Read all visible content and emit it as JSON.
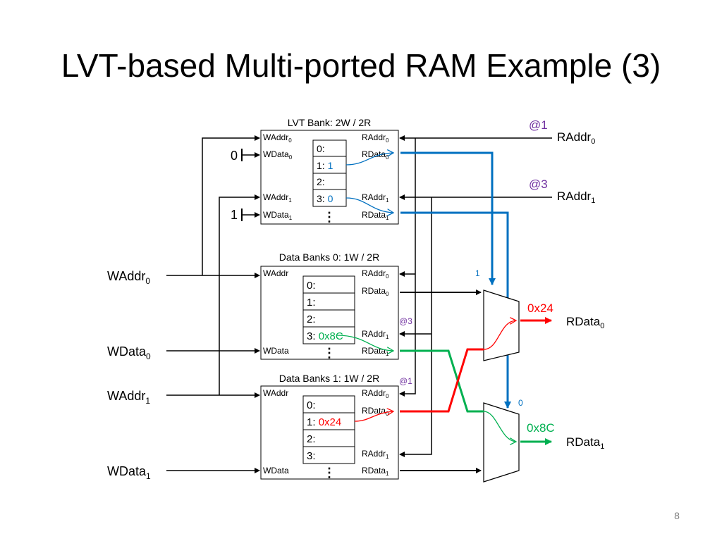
{
  "slide": {
    "title": "LVT-based Multi-ported RAM Example (3)",
    "page_number": "8"
  },
  "lvt_bank": {
    "label": "LVT Bank: 2W / 2R",
    "port_waddr0": "WAddr",
    "sub_waddr0": "0",
    "port_wdata0": "WData",
    "sub_wdata0": "0",
    "port_waddr1": "WAddr",
    "sub_waddr1": "1",
    "port_wdata1": "WData",
    "sub_wdata1": "1",
    "port_raddr0": "RAddr",
    "sub_raddr0": "0",
    "port_rdata0": "RData",
    "sub_rdata0": "0",
    "port_raddr1": "RAddr",
    "sub_raddr1": "1",
    "port_rdata1": "RData",
    "sub_rdata1": "1",
    "rows": [
      {
        "idx": "0:",
        "val": ""
      },
      {
        "idx": "1:",
        "val": "1"
      },
      {
        "idx": "2:",
        "val": ""
      },
      {
        "idx": "3:",
        "val": "0"
      }
    ],
    "ellipsis": "⋮",
    "const_wdata0": "0",
    "const_wdata1": "1"
  },
  "data_bank0": {
    "label": "Data Banks 0: 1W / 2R",
    "port_waddr": "WAddr",
    "port_wdata": "WData",
    "port_raddr0": "RAddr",
    "sub_raddr0": "0",
    "port_rdata0": "RData",
    "sub_rdata0": "0",
    "port_raddr1": "RAddr",
    "sub_raddr1": "1",
    "port_rdata1": "RData",
    "sub_rdata1": "1",
    "rows": [
      {
        "idx": "0:",
        "val": ""
      },
      {
        "idx": "1:",
        "val": ""
      },
      {
        "idx": "2:",
        "val": ""
      },
      {
        "idx": "3:",
        "val": "0x8C"
      }
    ],
    "ellipsis": "⋮",
    "addr_tag": "@3"
  },
  "data_bank1": {
    "label": "Data Banks 1: 1W / 2R",
    "port_waddr": "WAddr",
    "port_wdata": "WData",
    "port_raddr0": "RAddr",
    "sub_raddr0": "0",
    "port_rdata0": "RData",
    "sub_rdata0": "0",
    "port_raddr1": "RAddr",
    "sub_raddr1": "1",
    "port_rdata1": "RData",
    "sub_rdata1": "1",
    "rows": [
      {
        "idx": "0:",
        "val": ""
      },
      {
        "idx": "1:",
        "val": "0x24"
      },
      {
        "idx": "2:",
        "val": ""
      },
      {
        "idx": "3:",
        "val": ""
      }
    ],
    "ellipsis": "⋮",
    "addr_tag": "@1"
  },
  "inputs": {
    "waddr0": "WAddr",
    "waddr0_sub": "0",
    "wdata0": "WData",
    "wdata0_sub": "0",
    "waddr1": "WAddr",
    "waddr1_sub": "1",
    "wdata1": "WData",
    "wdata1_sub": "1",
    "raddr0": "RAddr",
    "raddr0_sub": "0",
    "raddr0_tag": "@1",
    "raddr1": "RAddr",
    "raddr1_sub": "1",
    "raddr1_tag": "@3"
  },
  "muxes": {
    "mux0_sel": "1",
    "mux0_value": "0x24",
    "mux1_sel": "0",
    "mux1_value": "0x8C"
  },
  "outputs": {
    "rdata0": "RData",
    "rdata0_sub": "0",
    "rdata1": "RData",
    "rdata1_sub": "1"
  },
  "colors": {
    "wire": "#000000",
    "blue": "#0070c0",
    "red": "#ff0000",
    "green": "#00b050",
    "purple": "#7030a0"
  }
}
